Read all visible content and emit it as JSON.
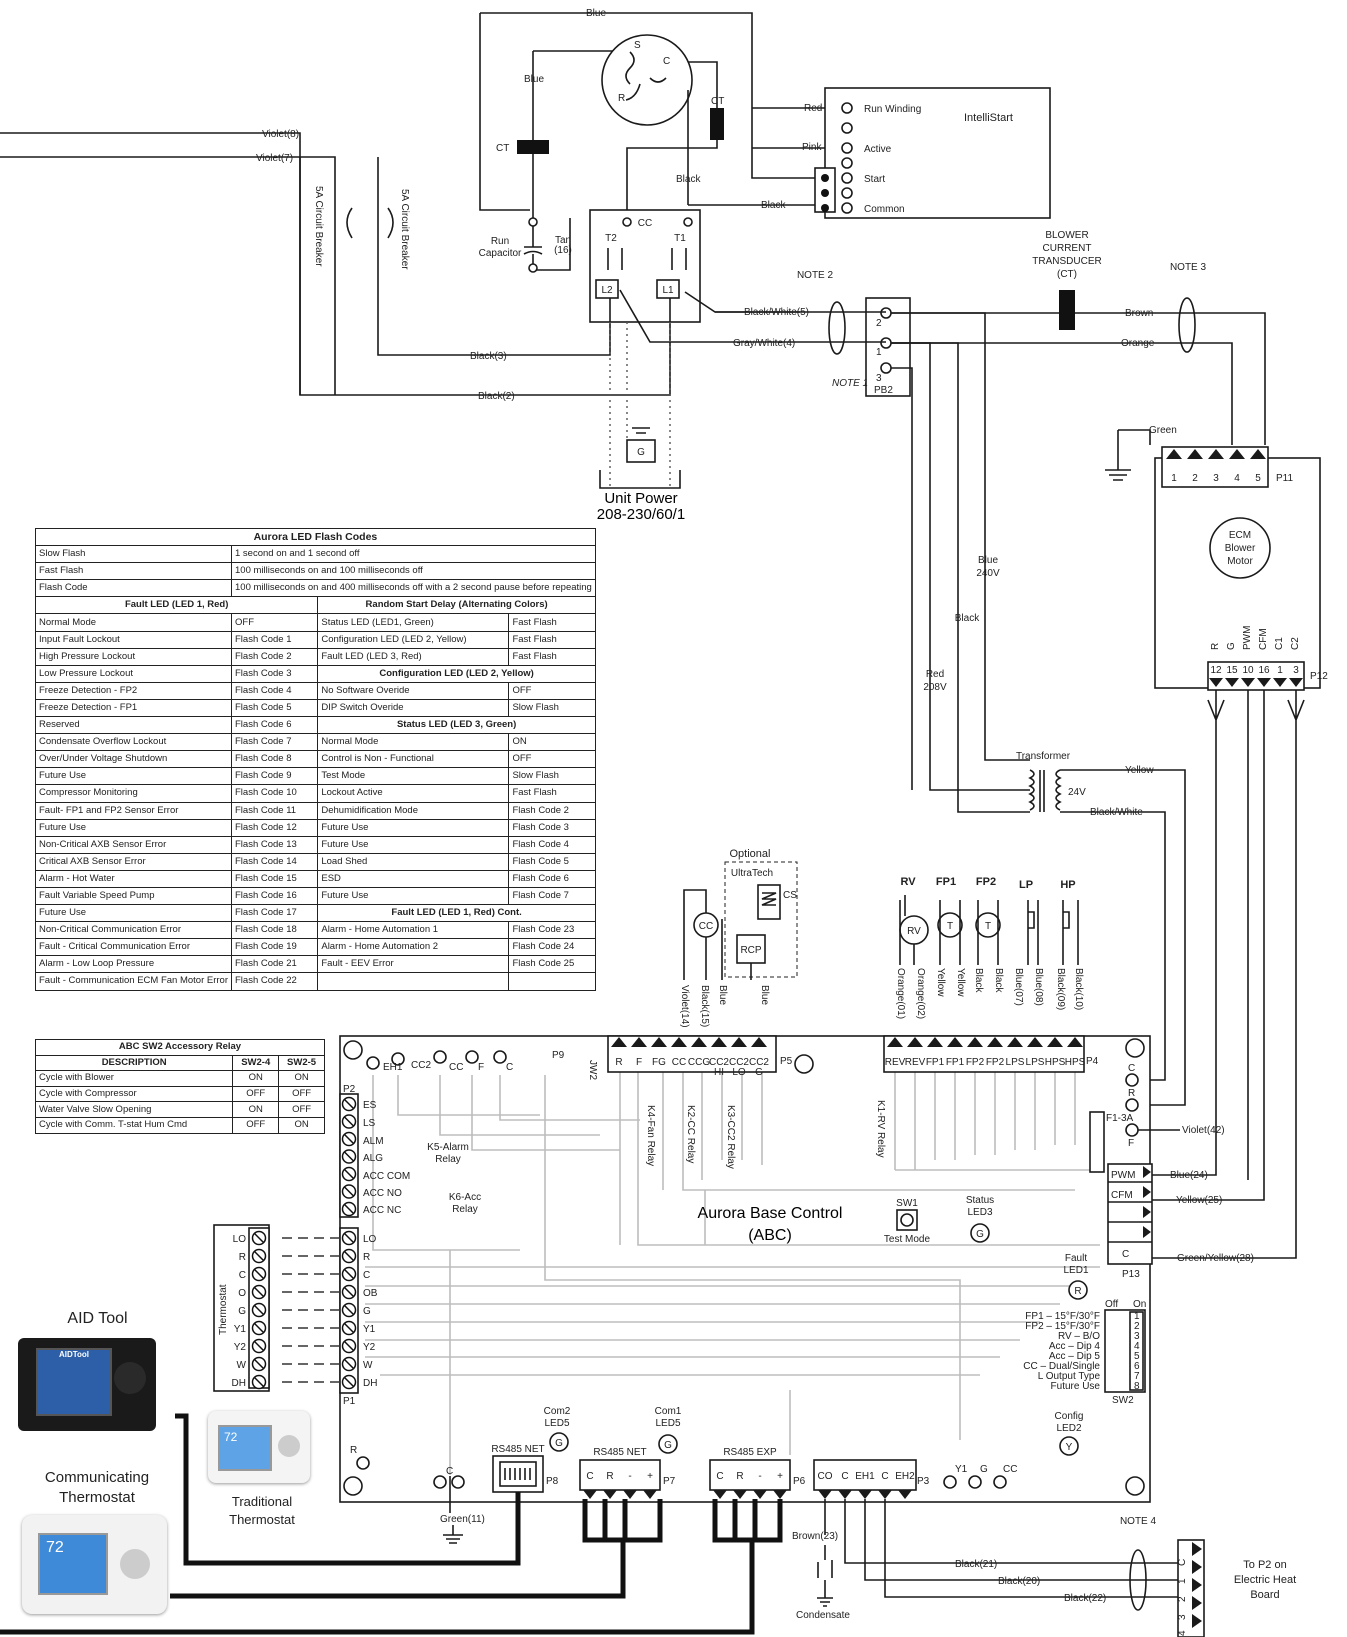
{
  "top_labels": {
    "blue_top": "Blue",
    "blue_left": "Blue",
    "ct_left": "CT",
    "ct_right": "CT",
    "motor_s": "S",
    "motor_c": "C",
    "motor_r": "R",
    "red": "Red",
    "pink": "Pink",
    "black_mid": "Black",
    "black_common": "Black",
    "violet8": "Violet(8)",
    "violet7": "Violet(7)",
    "breaker1": "5A Circuit Breaker",
    "breaker2": "5A Circuit Breaker",
    "run_capacitor": "Run\nCapacitor",
    "tan16": "Tan\n(16)",
    "cc": "CC",
    "t2": "T2",
    "t1": "T1",
    "l2": "L2",
    "l1": "L1",
    "black3": "Black(3)",
    "black2": "Black(2)",
    "ground_g": "G",
    "unit_power_1": "Unit  Power",
    "unit_power_2": "208-230/60/1"
  },
  "intellistart": {
    "title": "IntelliStart",
    "terminals": [
      "Run Winding",
      "Active",
      "Start",
      "Common"
    ]
  },
  "blower_section": {
    "note2": "NOTE 2",
    "note3": "NOTE 3",
    "note1": "NOTE 1",
    "pb2": "PB2",
    "pb2_pins": [
      "2",
      "1",
      "3"
    ],
    "bw5": "Black/White(5)",
    "gw4": "Gray/White(4)",
    "ct_title": [
      "BLOWER",
      "CURRENT",
      "TRANSDUCER",
      "(CT)"
    ],
    "brown": "Brown",
    "orange": "Orange",
    "green": "Green",
    "p11_pins": [
      "1",
      "2",
      "3",
      "4",
      "5"
    ],
    "p11": "P11",
    "ecm": [
      "ECM",
      "Blower",
      "Motor"
    ],
    "p12_labels": [
      "R",
      "G",
      "PWM",
      "CFM",
      "C1",
      "C2"
    ],
    "p12_pins": [
      "12",
      "15",
      "10",
      "16",
      "1",
      "3"
    ],
    "p12": "P12",
    "blue_240": [
      "Blue",
      "240V"
    ],
    "black_v": "Black",
    "red_208": [
      "Red",
      "208V"
    ],
    "transformer": "Transformer",
    "v24": "24V",
    "yellow": "Yellow",
    "black_white": "Black/White"
  },
  "flash_table": {
    "title": "Aurora LED Flash Codes",
    "defs": [
      [
        "Slow Flash",
        "1 second on and 1 second off"
      ],
      [
        "Fast Flash",
        "100 milliseconds on and 100 milliseconds off"
      ],
      [
        "Flash Code",
        "100 milliseconds on and 400 milliseconds off with a 2 second pause before repeating"
      ]
    ],
    "left_header": "Fault LED (LED 1, Red)",
    "right_header": "Random Start Delay (Alternating Colors)",
    "rows": [
      [
        "Normal Mode",
        "OFF",
        "Status LED (LED1, Green)",
        "Fast Flash"
      ],
      [
        "Input Fault Lockout",
        "Flash Code 1",
        "Configuration LED (LED 2, Yellow)",
        "Fast Flash"
      ],
      [
        "High Pressure Lockout",
        "Flash Code 2",
        "Fault LED (LED 3, Red)",
        "Fast Flash"
      ],
      [
        "Low Pressure Lockout",
        "Flash Code 3",
        "#Configuration LED (LED 2, Yellow)",
        ""
      ],
      [
        "Freeze Detection - FP2",
        "Flash Code 4",
        "No Software Overide",
        "OFF"
      ],
      [
        "Freeze Detection - FP1",
        "Flash Code 5",
        "DIP Switch Overide",
        "Slow Flash"
      ],
      [
        "Reserved",
        "Flash Code 6",
        "#Status LED (LED 3, Green)",
        ""
      ],
      [
        "Condensate Overflow Lockout",
        "Flash Code 7",
        "Normal Mode",
        "ON"
      ],
      [
        "Over/Under Voltage Shutdown",
        "Flash Code 8",
        "Control is Non - Functional",
        "OFF"
      ],
      [
        "Future Use",
        "Flash Code 9",
        "Test Mode",
        "Slow Flash"
      ],
      [
        "Compressor Monitoring",
        "Flash Code 10",
        "Lockout Active",
        "Fast Flash"
      ],
      [
        "Fault- FP1 and FP2 Sensor Error",
        "Flash Code 11",
        "Dehumidification Mode",
        "Flash Code 2"
      ],
      [
        "Future Use",
        "Flash Code 12",
        "Future Use",
        "Flash Code 3"
      ],
      [
        "Non-Critical AXB Sensor Error",
        "Flash Code 13",
        "Future Use",
        "Flash Code 4"
      ],
      [
        "Critical AXB Sensor Error",
        "Flash Code 14",
        "Load Shed",
        "Flash Code 5"
      ],
      [
        "Alarm - Hot Water",
        "Flash Code 15",
        "ESD",
        "Flash Code 6"
      ],
      [
        "Fault Variable Speed Pump",
        "Flash Code 16",
        "Future Use",
        "Flash Code 7"
      ],
      [
        "Future Use",
        "Flash Code 17",
        "#Fault LED (LED 1, Red) Cont.",
        ""
      ],
      [
        "Non-Critical Communication Error",
        "Flash Code 18",
        "Alarm - Home Automation 1",
        "Flash Code 23"
      ],
      [
        "Fault - Critical Communication Error",
        "Flash Code 19",
        "Alarm - Home Automation 2",
        "Flash Code 24"
      ],
      [
        "Alarm - Low Loop Pressure",
        "Flash Code 21",
        "Fault - EEV Error",
        "Flash Code 25"
      ],
      [
        "Fault - Communication ECM Fan Motor Error",
        "Flash Code 22",
        "",
        ""
      ]
    ]
  },
  "sw2_table": {
    "title": "ABC SW2 Accessory Relay",
    "headers": [
      "DESCRIPTION",
      "SW2-4",
      "SW2-5"
    ],
    "rows": [
      [
        "Cycle with Blower",
        "ON",
        "ON"
      ],
      [
        "Cycle with Compressor",
        "OFF",
        "OFF"
      ],
      [
        "Water Valve Slow Opening",
        "ON",
        "OFF"
      ],
      [
        "Cycle with Comm. T-stat Hum Cmd",
        "OFF",
        "ON"
      ]
    ]
  },
  "optional": {
    "title": "Optional",
    "ultratech": "UltraTech",
    "cs": "CS",
    "rcp": "RCP",
    "cc": "CC",
    "wires": [
      "Violet(14)",
      "Black(15)",
      "Blue",
      "Blue"
    ]
  },
  "sensors": {
    "headers": [
      "RV",
      "FP1",
      "FP2",
      "LP",
      "HP"
    ],
    "wires": [
      "Orange(01)",
      "Orange(02)",
      "Yellow",
      "Yellow",
      "Black",
      "Black",
      "Blue(07)",
      "Blue(08)",
      "Black(09)",
      "Black(10)"
    ],
    "rv": "RV",
    "t": "T"
  },
  "board": {
    "title_1": "Aurora Base Control",
    "title_2": "(ABC)",
    "top_left_terms": [
      "EH1",
      "CC2",
      "CC",
      "F",
      "C"
    ],
    "p9": "P9",
    "jw2": "JW2",
    "p5_pins": [
      "R",
      "F",
      "FG",
      "CC",
      "CCG",
      "CC2\nHI",
      "CC2\nLO",
      "CC2\nG"
    ],
    "p5": "P5",
    "p4_pins": [
      "REV",
      "REV",
      "FP1",
      "FP1",
      "FP2",
      "FP2",
      "LPS",
      "LPS",
      "HPS",
      "HPS"
    ],
    "p4": "P4",
    "p2": "P2",
    "p2_terms": [
      "ES",
      "LS",
      "ALM",
      "ALG",
      "ACC COM",
      "ACC NO",
      "ACC NC"
    ],
    "p1": "P1",
    "p1_terms": [
      "LO",
      "R",
      "C",
      "OB",
      "G",
      "Y1",
      "Y2",
      "W",
      "DH"
    ],
    "k5": "K5-Alarm\nRelay",
    "k6": "K6-Acc\nRelay",
    "k4": "K4-Fan Relay",
    "k2": "K2-CC Relay",
    "k3": "K3-CC2 Relay",
    "k1": "K1-RV Relay",
    "sw1": "SW1",
    "test_mode": "Test Mode",
    "status_led": "Status\nLED3",
    "led_g": "G",
    "right_terms": [
      "C",
      "R",
      "F"
    ],
    "f1": "F1-3A",
    "p13_pins": [
      "PWM",
      "CFM",
      "",
      "",
      "C"
    ],
    "p13": "P13",
    "fault_led": "Fault\nLED1",
    "led_r": "R",
    "sw2_off": "Off",
    "sw2_on": "On",
    "sw2_rows": [
      "FP1 – 15°F/30°F",
      "FP2 – 15°F/30°F",
      "RV – B/O",
      "Acc – Dip 4",
      "Acc – Dip 5",
      "CC – Dual/Single",
      "L Output Type",
      "Future Use"
    ],
    "sw2_nums": [
      "1",
      "2",
      "3",
      "4",
      "5",
      "6",
      "7",
      "8"
    ],
    "sw2": "SW2",
    "config_led": "Config\nLED2",
    "led_y": "Y",
    "com2": "Com2\nLED5",
    "com1": "Com1\nLED5",
    "rs485net_p8": "RS485 NET",
    "p8": "P8",
    "rs485net_p7": "RS485 NET",
    "p7_pins": [
      "C",
      "R",
      "-",
      "+"
    ],
    "p7": "P7",
    "rs485exp": "RS485 EXP",
    "p6_pins": [
      "C",
      "R",
      "-",
      "+"
    ],
    "p6": "P6",
    "p3_pins": [
      "CO",
      "C",
      "EH1",
      "C",
      "EH2"
    ],
    "p3": "P3",
    "bottom_terms": [
      "Y1",
      "G",
      "CC"
    ],
    "r_term": "R",
    "c_term": "C",
    "green11": "Green(11)",
    "brown23": "Brown(23)",
    "condensate": "Condensate"
  },
  "right_wires": {
    "violet42": "Violet(42)",
    "blue24": "Blue(24)",
    "yellow25": "Yellow(25)",
    "green_yellow28": "Green/Yellow(28)"
  },
  "thermostat_strip": {
    "label": "Thermostat",
    "terms": [
      "LO",
      "R",
      "C",
      "O",
      "G",
      "Y1",
      "Y2",
      "W",
      "DH"
    ]
  },
  "devices": {
    "aid_tool": "AID Tool",
    "aid_brand": "AIDTool",
    "comm_1": "Communicating",
    "comm_2": "Thermostat",
    "trad_1": "Traditional",
    "trad_2": "Thermostat",
    "screen_num": "72"
  },
  "electric_heat": {
    "note4": "NOTE 4",
    "black21": "Black(21)",
    "black20": "Black(20)",
    "black22": "Black(22)",
    "pins": [
      "C",
      "1",
      "2",
      "3",
      "4"
    ],
    "label": [
      "To P2 on",
      "Electric Heat",
      "Board"
    ]
  }
}
